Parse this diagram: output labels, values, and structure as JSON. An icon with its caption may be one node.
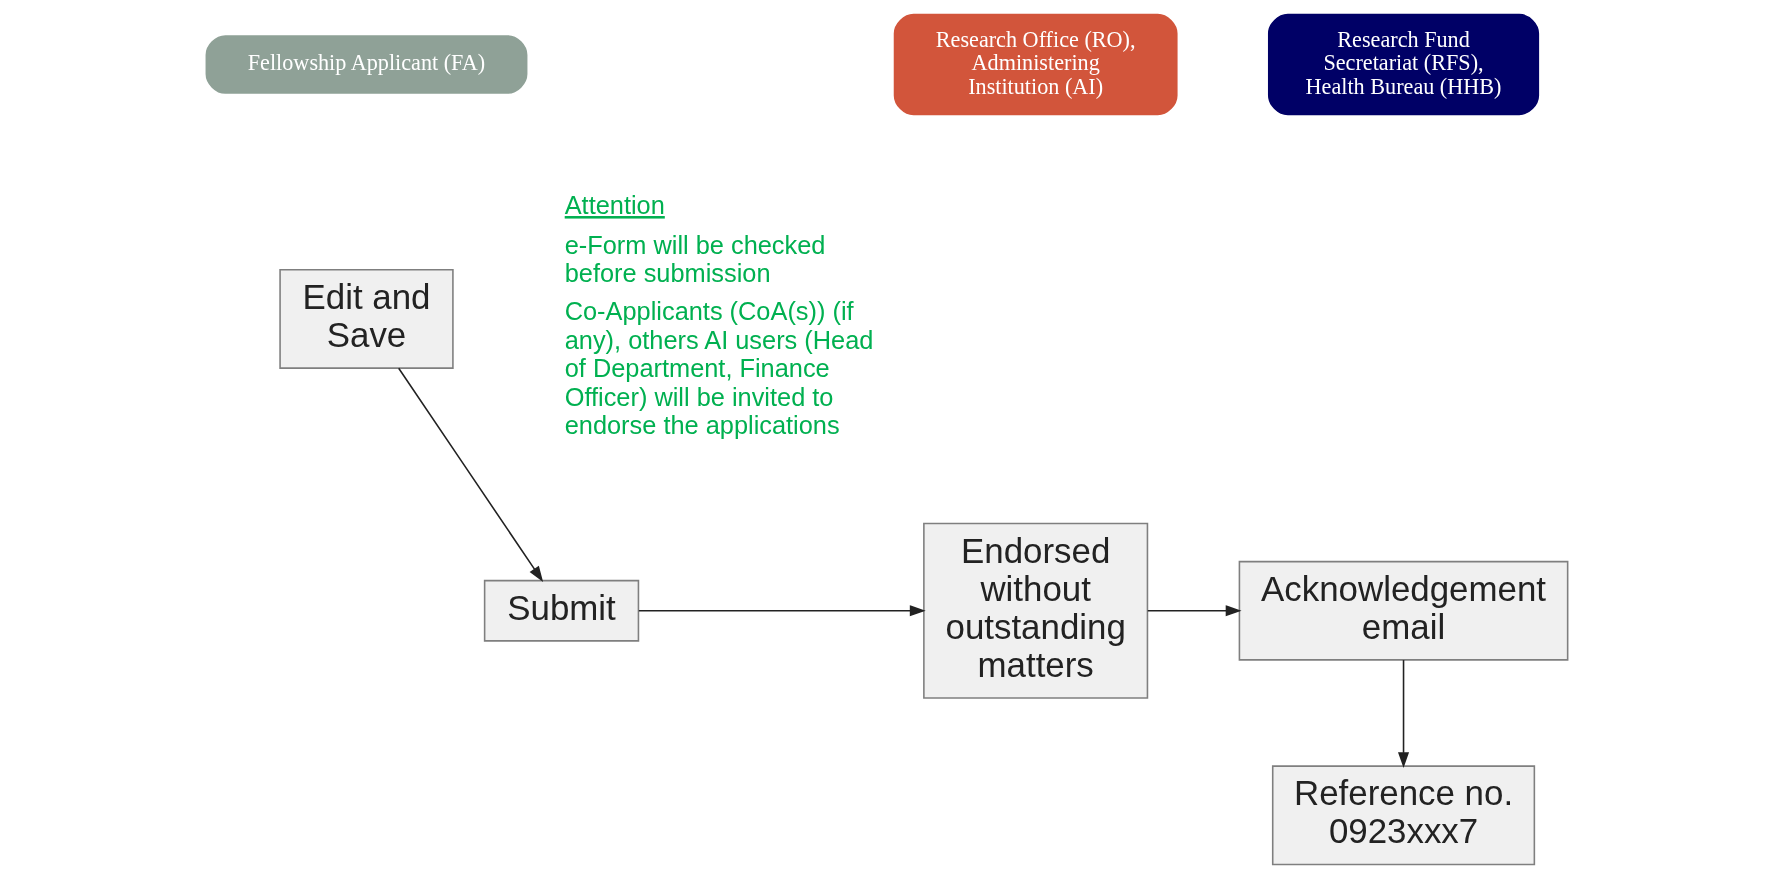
{
  "diagram": {
    "nodes": [
      {
        "text": [
          "Fellowship Applicant (FA)"
        ]
      },
      {
        "text": [
          "Research Office (RO), Administering Institution (AI)"
        ]
      },
      {
        "text": [
          "Research Fund Secretariat (RFS), Health Bureau (HHB)"
        ]
      },
      {
        "text": [
          "Edit and Save"
        ]
      },
      {
        "text": [
          "Submit"
        ]
      },
      {
        "text": [
          "Endorsed without outstanding matters"
        ]
      },
      {
        "text": [
          "Acknowledgement email"
        ]
      },
      {
        "text": [
          "Reference no. 0923xxx7"
        ]
      }
    ],
    "edges": [
      {
        "from": 3,
        "to": 4,
        "arrow": "to"
      },
      {
        "from": 4,
        "to": 5,
        "arrow": "to"
      },
      {
        "from": 5,
        "to": 6,
        "arrow": "to"
      },
      {
        "from": 6,
        "to": 7,
        "arrow": "to"
      }
    ],
    "labels": [
      "Attention",
      "e-Form will be checked before submission",
      "Co-Applicants (CoA(s)) (if any), others AI users (Head of Department, Finance Officer) will be invited to endorse the applications"
    ]
  }
}
